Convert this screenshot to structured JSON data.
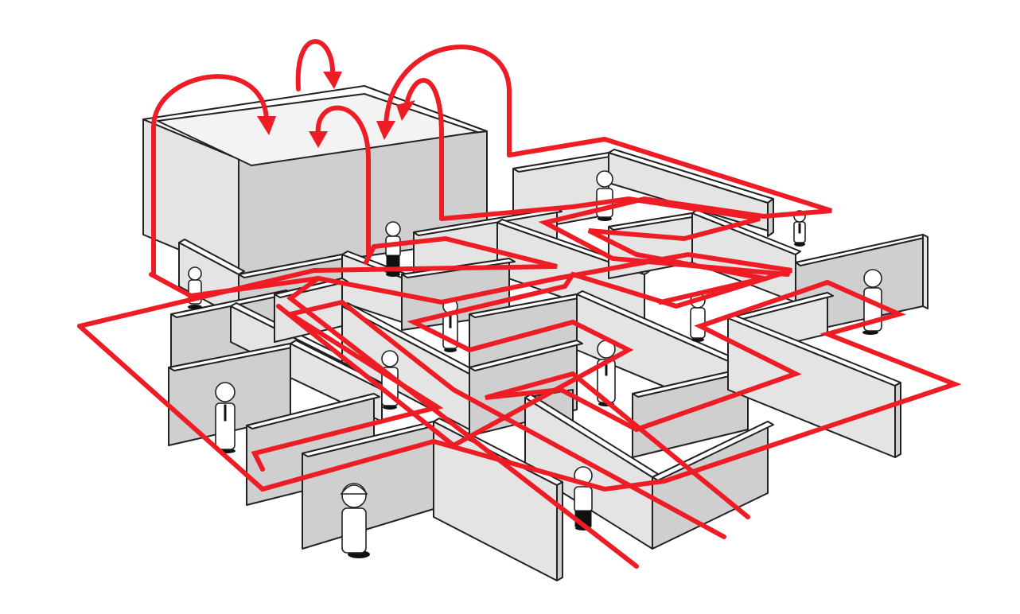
{
  "diagram": {
    "colors": {
      "route": "#ee1c25",
      "wall_face": "#e4e4e4",
      "wall_top": "#ffffff",
      "outline": "#222222"
    },
    "icons": [
      "isometric-maze",
      "maze-wall",
      "person-figure",
      "hard-hat",
      "red-route-line",
      "curved-jump-arrow"
    ]
  }
}
